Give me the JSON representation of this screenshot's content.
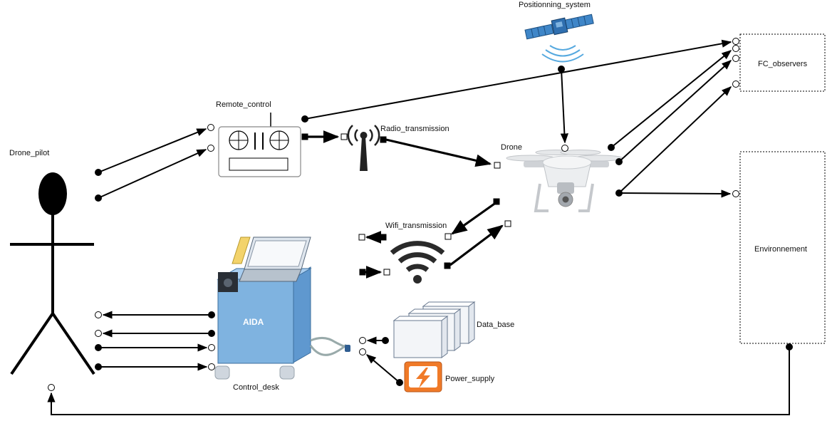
{
  "nodes": {
    "drone_pilot": "Drone_pilot",
    "remote_control": "Remote_control",
    "radio_transmission": "Radio_transmission",
    "positionning_system": "Positionning_system",
    "drone": "Drone",
    "fc_observers": "FC_observers",
    "environnement": "Environnement",
    "wifi_transmission": "Wifi_transmission",
    "control_desk": "Control_desk",
    "data_base": "Data_base",
    "power_supply": "Power_supply"
  },
  "control_desk_brand": "AIDA",
  "colors": {
    "line": "#000000",
    "desk_body": "#7fb3e0",
    "power_orange": "#f07a28"
  }
}
